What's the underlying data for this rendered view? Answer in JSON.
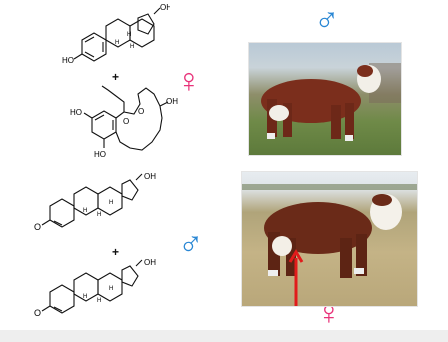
{
  "colors": {
    "male": "#2a87d4",
    "female": "#e8337a",
    "arrow": "#e11b1b"
  },
  "symbols": {
    "male": "♂",
    "female": "♀"
  },
  "molecules": {
    "estradiol": {
      "oh_top": "OH",
      "oh_left": "HO",
      "h1": "H",
      "h2": "H",
      "h3": "H"
    },
    "zeranol": {
      "oh1": "HO",
      "oh2": "HO",
      "oh3": "OH",
      "o1": "O",
      "o2": "O"
    },
    "testosterone_1": {
      "oh_top": "OH",
      "o_left": "O",
      "h1": "H",
      "h2": "H",
      "h3": "H"
    },
    "testosterone_2": {
      "oh_top": "OH",
      "o_left": "O",
      "h1": "H",
      "h2": "H",
      "h3": "H"
    }
  },
  "plus_signs": [
    "+",
    "+"
  ],
  "icons": [
    "male-symbol-icon",
    "female-symbol-icon",
    "cow-photo",
    "arrow-icon"
  ]
}
